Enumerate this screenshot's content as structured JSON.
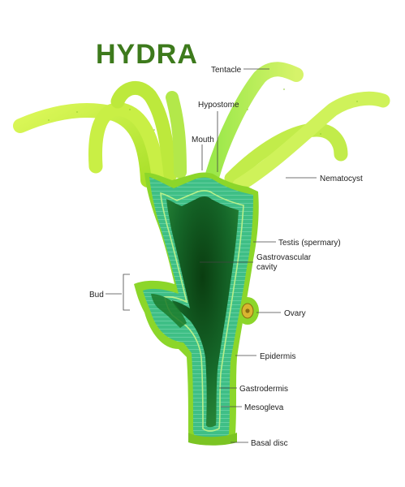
{
  "diagram": {
    "title": "HYDRA",
    "labels": {
      "tentacle": "Tentacle",
      "hypostome": "Hypostome",
      "mouth": "Mouth",
      "nematocyst": "Nematocyst",
      "testis": "Testis (spermary)",
      "gastrovascular_line1": "Gastrovascular",
      "gastrovascular_line2": "cavity",
      "bud": "Bud",
      "ovary": "Ovary",
      "epidermis": "Epidermis",
      "gastrodermis": "Gastrodermis",
      "mesogleva": "Mesogleva",
      "basal_disc": "Basal disc"
    },
    "colors": {
      "title": "#3d7a1c",
      "tentacle": "#c8ef3c",
      "epidermis": "#8cd62a",
      "gastrodermis": "#33b07a",
      "cavity_dark": "#0f4f14",
      "cavity_mid": "#1b7a2a",
      "ovary": "#d9b530"
    }
  }
}
